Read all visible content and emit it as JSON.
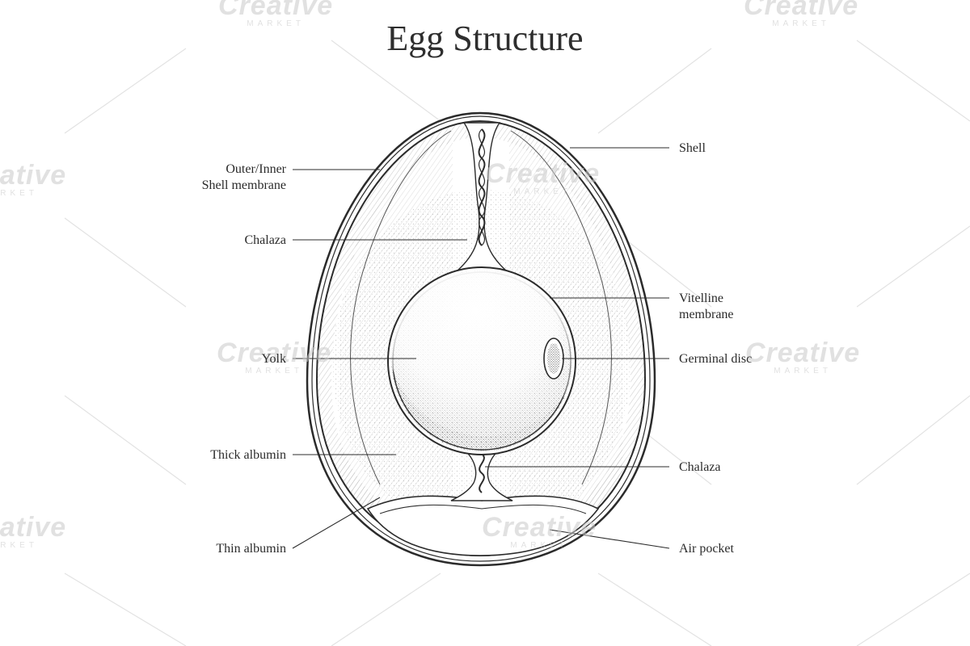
{
  "title": "Egg Structure",
  "labels": {
    "shell": "Shell",
    "outer_inner_line1": "Outer/Inner",
    "outer_inner_line2": "Shell membrane",
    "chalaza_top": "Chalaza",
    "vitelline_line1": "Vitelline",
    "vitelline_line2": "membrane",
    "yolk": "Yolk",
    "germinal_disc": "Germinal disc",
    "thick_albumin": "Thick albumin",
    "chalaza_bottom": "Chalaza",
    "thin_albumin": "Thin albumin",
    "air_pocket": "Air pocket"
  },
  "watermark": {
    "brand": "Creative",
    "sub": "MARKET"
  },
  "colors": {
    "ink": "#2b2b2b",
    "background": "#ffffff",
    "watermark": "#c9c9c9"
  }
}
